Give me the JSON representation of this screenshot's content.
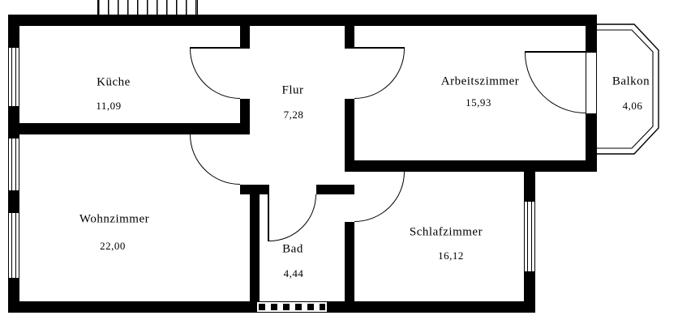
{
  "rooms": [
    {
      "id": "kueche",
      "name": "Küche",
      "area": "11,09"
    },
    {
      "id": "flur",
      "name": "Flur",
      "area": "7,28"
    },
    {
      "id": "arbeitszimmer",
      "name": "Arbeitszimmer",
      "area": "15,93"
    },
    {
      "id": "balkon",
      "name": "Balkon",
      "area": "4,06"
    },
    {
      "id": "wohnzimmer",
      "name": "Wohnzimmer",
      "area": "22,00"
    },
    {
      "id": "bad",
      "name": "Bad",
      "area": "4,44"
    },
    {
      "id": "schlafzimmer",
      "name": "Schlafzimmer",
      "area": "16,12"
    }
  ],
  "colors": {
    "wall": "#000000",
    "background": "#ffffff",
    "text": "#000000"
  }
}
